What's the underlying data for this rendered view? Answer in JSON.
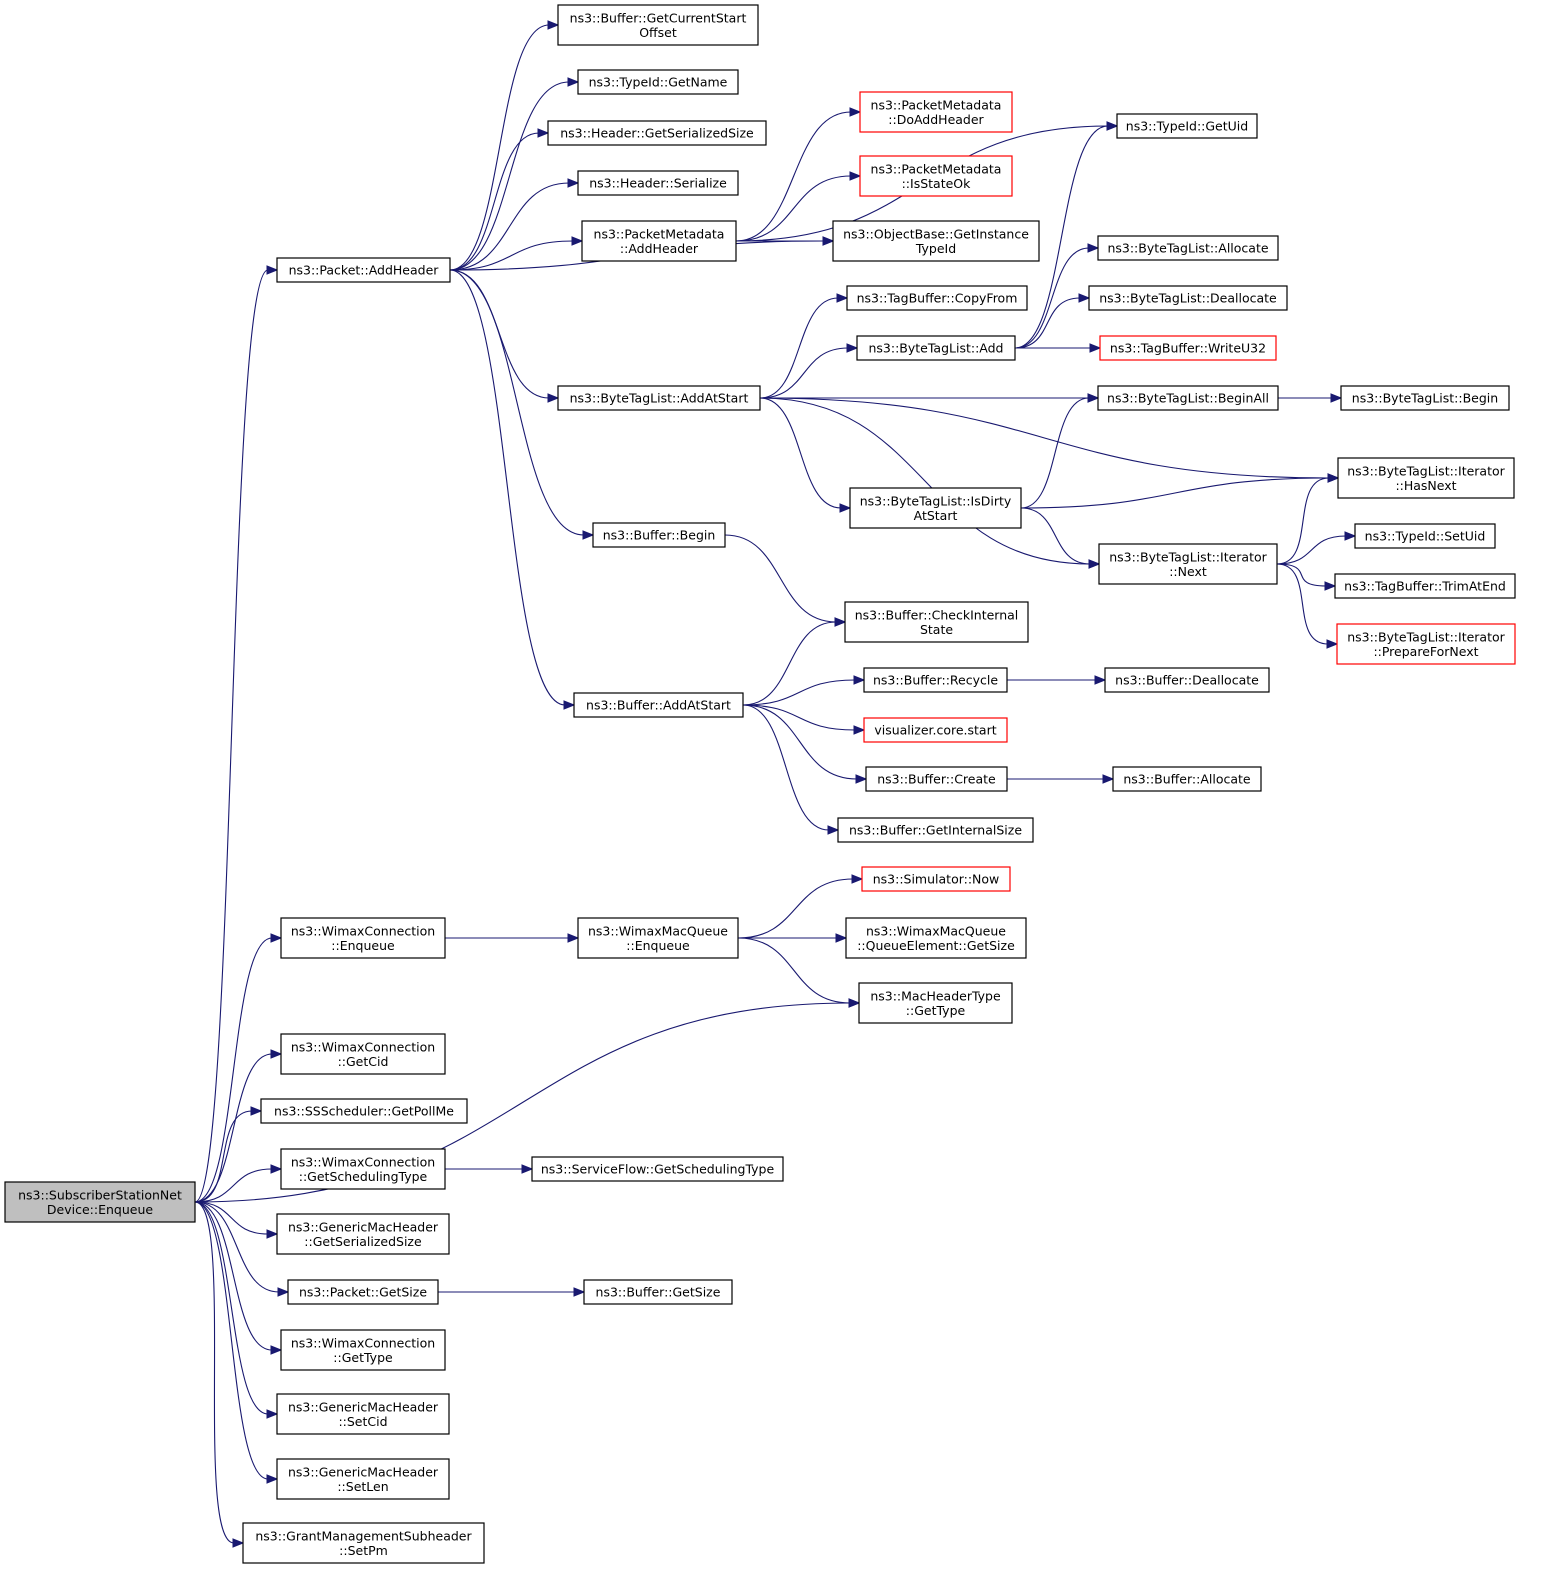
{
  "colors": {
    "edge": "#191970",
    "root_fill": "#bfbfbf",
    "node_border": "#000000",
    "truncated_border": "#ff0000"
  },
  "nodes": {
    "root": {
      "lines": [
        "ns3::SubscriberStationNet",
        "Device::Enqueue"
      ],
      "style": "root"
    },
    "getCurStart": {
      "lines": [
        "ns3::Buffer::GetCurrentStart",
        "Offset"
      ]
    },
    "tidGetName": {
      "lines": [
        "ns3::TypeId::GetName"
      ]
    },
    "hdrSerSize": {
      "lines": [
        "ns3::Header::GetSerializedSize"
      ]
    },
    "hdrSerialize": {
      "lines": [
        "ns3::Header::Serialize"
      ]
    },
    "pmAddHeader": {
      "lines": [
        "ns3::PacketMetadata",
        "::AddHeader"
      ]
    },
    "pmDoAdd": {
      "lines": [
        "ns3::PacketMetadata",
        "::DoAddHeader"
      ],
      "style": "red"
    },
    "pmIsState": {
      "lines": [
        "ns3::PacketMetadata",
        "::IsStateOk"
      ],
      "style": "red"
    },
    "tidGetUid": {
      "lines": [
        "ns3::TypeId::GetUid"
      ]
    },
    "objGetInst": {
      "lines": [
        "ns3::ObjectBase::GetInstance",
        "TypeId"
      ]
    },
    "pktAddHeader": {
      "lines": [
        "ns3::Packet::AddHeader"
      ]
    },
    "btlAllocate": {
      "lines": [
        "ns3::ByteTagList::Allocate"
      ]
    },
    "tbCopyFrom": {
      "lines": [
        "ns3::TagBuffer::CopyFrom"
      ]
    },
    "btlDealloc": {
      "lines": [
        "ns3::ByteTagList::Deallocate"
      ]
    },
    "btlAdd": {
      "lines": [
        "ns3::ByteTagList::Add"
      ]
    },
    "tbWriteU32": {
      "lines": [
        "ns3::TagBuffer::WriteU32"
      ],
      "style": "red"
    },
    "btlAddAtStart": {
      "lines": [
        "ns3::ByteTagList::AddAtStart"
      ]
    },
    "btlBeginAll": {
      "lines": [
        "ns3::ByteTagList::BeginAll"
      ]
    },
    "btlBegin": {
      "lines": [
        "ns3::ByteTagList::Begin"
      ]
    },
    "itHasNext": {
      "lines": [
        "ns3::ByteTagList::Iterator",
        "::HasNext"
      ]
    },
    "btlIsDirty": {
      "lines": [
        "ns3::ByteTagList::IsDirty",
        "AtStart"
      ]
    },
    "itNext": {
      "lines": [
        "ns3::ByteTagList::Iterator",
        "::Next"
      ]
    },
    "tidSetUid": {
      "lines": [
        "ns3::TypeId::SetUid"
      ]
    },
    "tbTrim": {
      "lines": [
        "ns3::TagBuffer::TrimAtEnd"
      ]
    },
    "itPrepare": {
      "lines": [
        "ns3::ByteTagList::Iterator",
        "::PrepareForNext"
      ],
      "style": "red"
    },
    "bufBegin": {
      "lines": [
        "ns3::Buffer::Begin"
      ]
    },
    "bufCheck": {
      "lines": [
        "ns3::Buffer::CheckInternal",
        "State"
      ]
    },
    "bufRecycle": {
      "lines": [
        "ns3::Buffer::Recycle"
      ]
    },
    "bufDealloc": {
      "lines": [
        "ns3::Buffer::Deallocate"
      ]
    },
    "bufAddAtStart": {
      "lines": [
        "ns3::Buffer::AddAtStart"
      ]
    },
    "vizStart": {
      "lines": [
        "visualizer.core.start"
      ],
      "style": "red"
    },
    "bufCreate": {
      "lines": [
        "ns3::Buffer::Create"
      ]
    },
    "bufAlloc": {
      "lines": [
        "ns3::Buffer::Allocate"
      ]
    },
    "bufIntSize": {
      "lines": [
        "ns3::Buffer::GetInternalSize"
      ]
    },
    "simNow": {
      "lines": [
        "ns3::Simulator::Now"
      ],
      "style": "red"
    },
    "wcEnqueue": {
      "lines": [
        "ns3::WimaxConnection",
        "::Enqueue"
      ]
    },
    "wmqEnqueue": {
      "lines": [
        "ns3::WimaxMacQueue",
        "::Enqueue"
      ]
    },
    "wmqGetSize": {
      "lines": [
        "ns3::WimaxMacQueue",
        "::QueueElement::GetSize"
      ]
    },
    "mhtGetType": {
      "lines": [
        "ns3::MacHeaderType",
        "::GetType"
      ]
    },
    "wcGetCid": {
      "lines": [
        "ns3::WimaxConnection",
        "::GetCid"
      ]
    },
    "ssPollMe": {
      "lines": [
        "ns3::SSScheduler::GetPollMe"
      ]
    },
    "wcSchedType": {
      "lines": [
        "ns3::WimaxConnection",
        "::GetSchedulingType"
      ]
    },
    "sfSchedType": {
      "lines": [
        "ns3::ServiceFlow::GetSchedulingType"
      ]
    },
    "gmhSerSize": {
      "lines": [
        "ns3::GenericMacHeader",
        "::GetSerializedSize"
      ]
    },
    "pktGetSize": {
      "lines": [
        "ns3::Packet::GetSize"
      ]
    },
    "bufGetSize": {
      "lines": [
        "ns3::Buffer::GetSize"
      ]
    },
    "wcGetType": {
      "lines": [
        "ns3::WimaxConnection",
        "::GetType"
      ]
    },
    "gmhSetCid": {
      "lines": [
        "ns3::GenericMacHeader",
        "::SetCid"
      ]
    },
    "gmhSetLen": {
      "lines": [
        "ns3::GenericMacHeader",
        "::SetLen"
      ]
    },
    "gmsSetPm": {
      "lines": [
        "ns3::GrantManagementSubheader",
        "::SetPm"
      ]
    }
  },
  "edges": [
    [
      "root",
      "pktAddHeader"
    ],
    [
      "root",
      "wcEnqueue"
    ],
    [
      "root",
      "mhtGetType"
    ],
    [
      "root",
      "wcGetCid"
    ],
    [
      "root",
      "ssPollMe"
    ],
    [
      "root",
      "wcSchedType"
    ],
    [
      "root",
      "gmhSerSize"
    ],
    [
      "root",
      "pktGetSize"
    ],
    [
      "root",
      "wcGetType"
    ],
    [
      "root",
      "gmhSetCid"
    ],
    [
      "root",
      "gmhSetLen"
    ],
    [
      "root",
      "gmsSetPm"
    ],
    [
      "pktAddHeader",
      "getCurStart"
    ],
    [
      "pktAddHeader",
      "tidGetName"
    ],
    [
      "pktAddHeader",
      "hdrSerSize"
    ],
    [
      "pktAddHeader",
      "hdrSerialize"
    ],
    [
      "pktAddHeader",
      "pmAddHeader"
    ],
    [
      "pktAddHeader",
      "objGetInst"
    ],
    [
      "pktAddHeader",
      "btlAddAtStart"
    ],
    [
      "pktAddHeader",
      "bufBegin"
    ],
    [
      "pktAddHeader",
      "bufAddAtStart"
    ],
    [
      "pmAddHeader",
      "pmDoAdd"
    ],
    [
      "pmAddHeader",
      "pmIsState"
    ],
    [
      "pmAddHeader",
      "tidGetUid"
    ],
    [
      "pmAddHeader",
      "objGetInst"
    ],
    [
      "btlAddAtStart",
      "tbCopyFrom"
    ],
    [
      "btlAddAtStart",
      "btlAdd"
    ],
    [
      "btlAddAtStart",
      "btlBeginAll"
    ],
    [
      "btlAddAtStart",
      "itHasNext"
    ],
    [
      "btlAddAtStart",
      "btlIsDirty"
    ],
    [
      "btlAddAtStart",
      "itNext"
    ],
    [
      "btlAdd",
      "tidGetUid"
    ],
    [
      "btlAdd",
      "btlAllocate"
    ],
    [
      "btlAdd",
      "btlDealloc"
    ],
    [
      "btlAdd",
      "tbWriteU32"
    ],
    [
      "btlBeginAll",
      "btlBegin"
    ],
    [
      "btlIsDirty",
      "btlBeginAll"
    ],
    [
      "btlIsDirty",
      "itHasNext"
    ],
    [
      "btlIsDirty",
      "itNext"
    ],
    [
      "itNext",
      "itHasNext"
    ],
    [
      "itNext",
      "tidSetUid"
    ],
    [
      "itNext",
      "tbTrim"
    ],
    [
      "itNext",
      "itPrepare"
    ],
    [
      "bufBegin",
      "bufCheck"
    ],
    [
      "bufAddAtStart",
      "bufCheck"
    ],
    [
      "bufAddAtStart",
      "bufRecycle"
    ],
    [
      "bufAddAtStart",
      "vizStart"
    ],
    [
      "bufAddAtStart",
      "bufCreate"
    ],
    [
      "bufAddAtStart",
      "bufIntSize"
    ],
    [
      "bufRecycle",
      "bufDealloc"
    ],
    [
      "bufCreate",
      "bufAlloc"
    ],
    [
      "wcEnqueue",
      "wmqEnqueue"
    ],
    [
      "wmqEnqueue",
      "simNow"
    ],
    [
      "wmqEnqueue",
      "wmqGetSize"
    ],
    [
      "wmqEnqueue",
      "mhtGetType"
    ],
    [
      "wcSchedType",
      "sfSchedType"
    ],
    [
      "pktGetSize",
      "bufGetSize"
    ]
  ]
}
